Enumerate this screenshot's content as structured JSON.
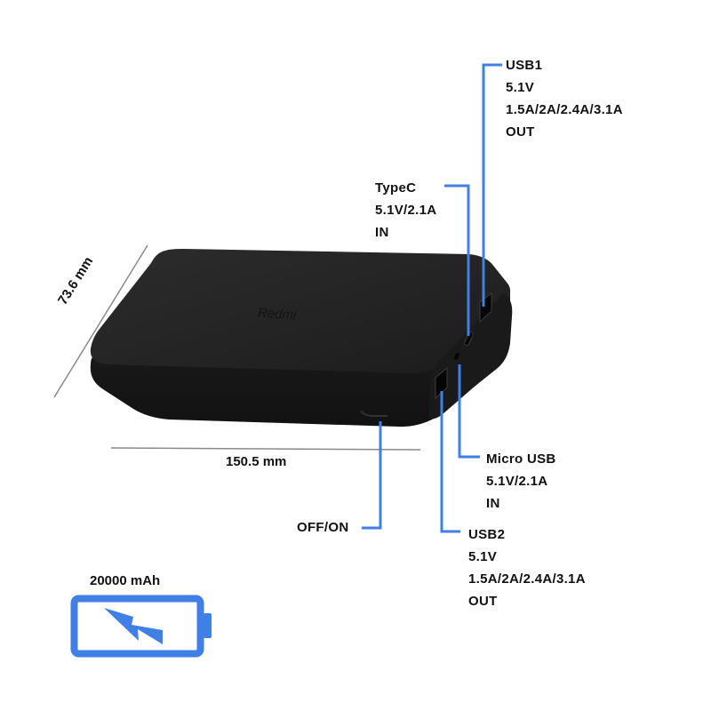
{
  "colors": {
    "accent": "#3f7fe6",
    "device": "#222222",
    "device_edge": "#151515",
    "dimension_line": "#8a8a8a",
    "text": "#111111"
  },
  "device": {
    "brand_logo": "Redmi"
  },
  "dimensions": {
    "width": "150.5 mm",
    "depth": "73.6 mm"
  },
  "ports": {
    "usb1": {
      "name": "USB1",
      "voltage": "5.1V",
      "current": "1.5A/2A/2.4A/3.1A",
      "direction": "OUT"
    },
    "typec": {
      "name": "TypeC",
      "rating": "5.1V/2.1A",
      "direction": "IN"
    },
    "micro_usb": {
      "name": "Micro USB",
      "rating": "5.1V/2.1A",
      "direction": "IN"
    },
    "usb2": {
      "name": "USB2",
      "voltage": "5.1V",
      "current": "1.5A/2A/2.4A/3.1A",
      "direction": "OUT"
    },
    "power_button": {
      "name": "OFF/ON"
    }
  },
  "battery": {
    "capacity": "20000 mAh",
    "icon": "battery-charging-icon"
  }
}
